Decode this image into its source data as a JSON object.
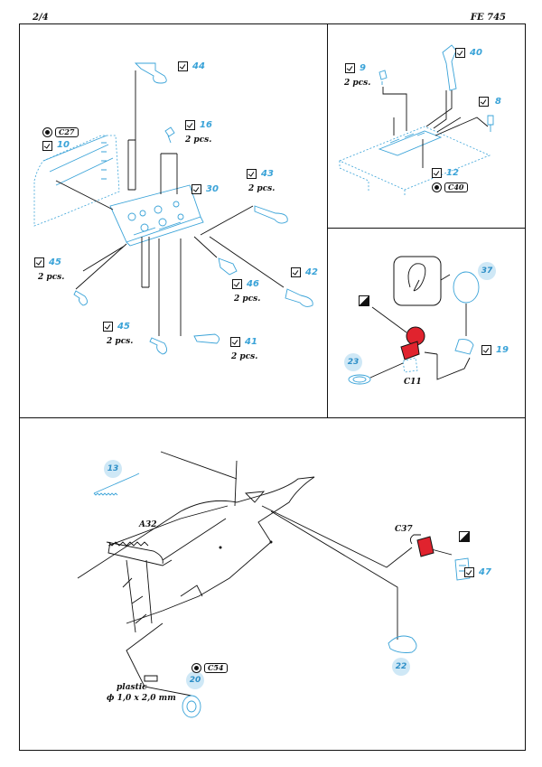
{
  "header": {
    "page": "2/4",
    "code": "FE 745"
  },
  "colors": {
    "photo_etch_blue": "#3aa3d8",
    "paint_red": "#e0232e",
    "bubble_fill": "#cfe8f6",
    "line": "#111111"
  },
  "panel1": {
    "parts": [
      {
        "number": "44"
      },
      {
        "number": "16",
        "qty": "2 pcs."
      },
      {
        "number": "30"
      },
      {
        "number": "43",
        "qty": "2 pcs."
      },
      {
        "number": "42"
      },
      {
        "number": "46",
        "qty": "2 pcs."
      },
      {
        "number": "41",
        "qty": "2 pcs."
      },
      {
        "number": "45",
        "qty": "2 pcs."
      },
      {
        "number": "45",
        "qty": "2 pcs."
      },
      {
        "number": "10"
      }
    ],
    "kit_ref": "C27"
  },
  "panel2": {
    "parts": [
      {
        "number": "9",
        "qty": "2 pcs."
      },
      {
        "number": "40"
      },
      {
        "number": "8"
      },
      {
        "number": "12"
      }
    ],
    "kit_ref": "C40"
  },
  "panel3": {
    "bubbles": [
      "37",
      "23"
    ],
    "parts": [
      {
        "number": "19"
      }
    ],
    "kit_ref": "C11"
  },
  "panel4": {
    "labels": {
      "a32": "A32",
      "c37": "C37",
      "plastic": "plastic",
      "dim": "ϕ 1,0 x 2,0 mm"
    },
    "parts": [
      {
        "number": "47"
      }
    ],
    "bubbles": [
      "13",
      "22",
      "20"
    ],
    "kit_ref": "C54"
  }
}
